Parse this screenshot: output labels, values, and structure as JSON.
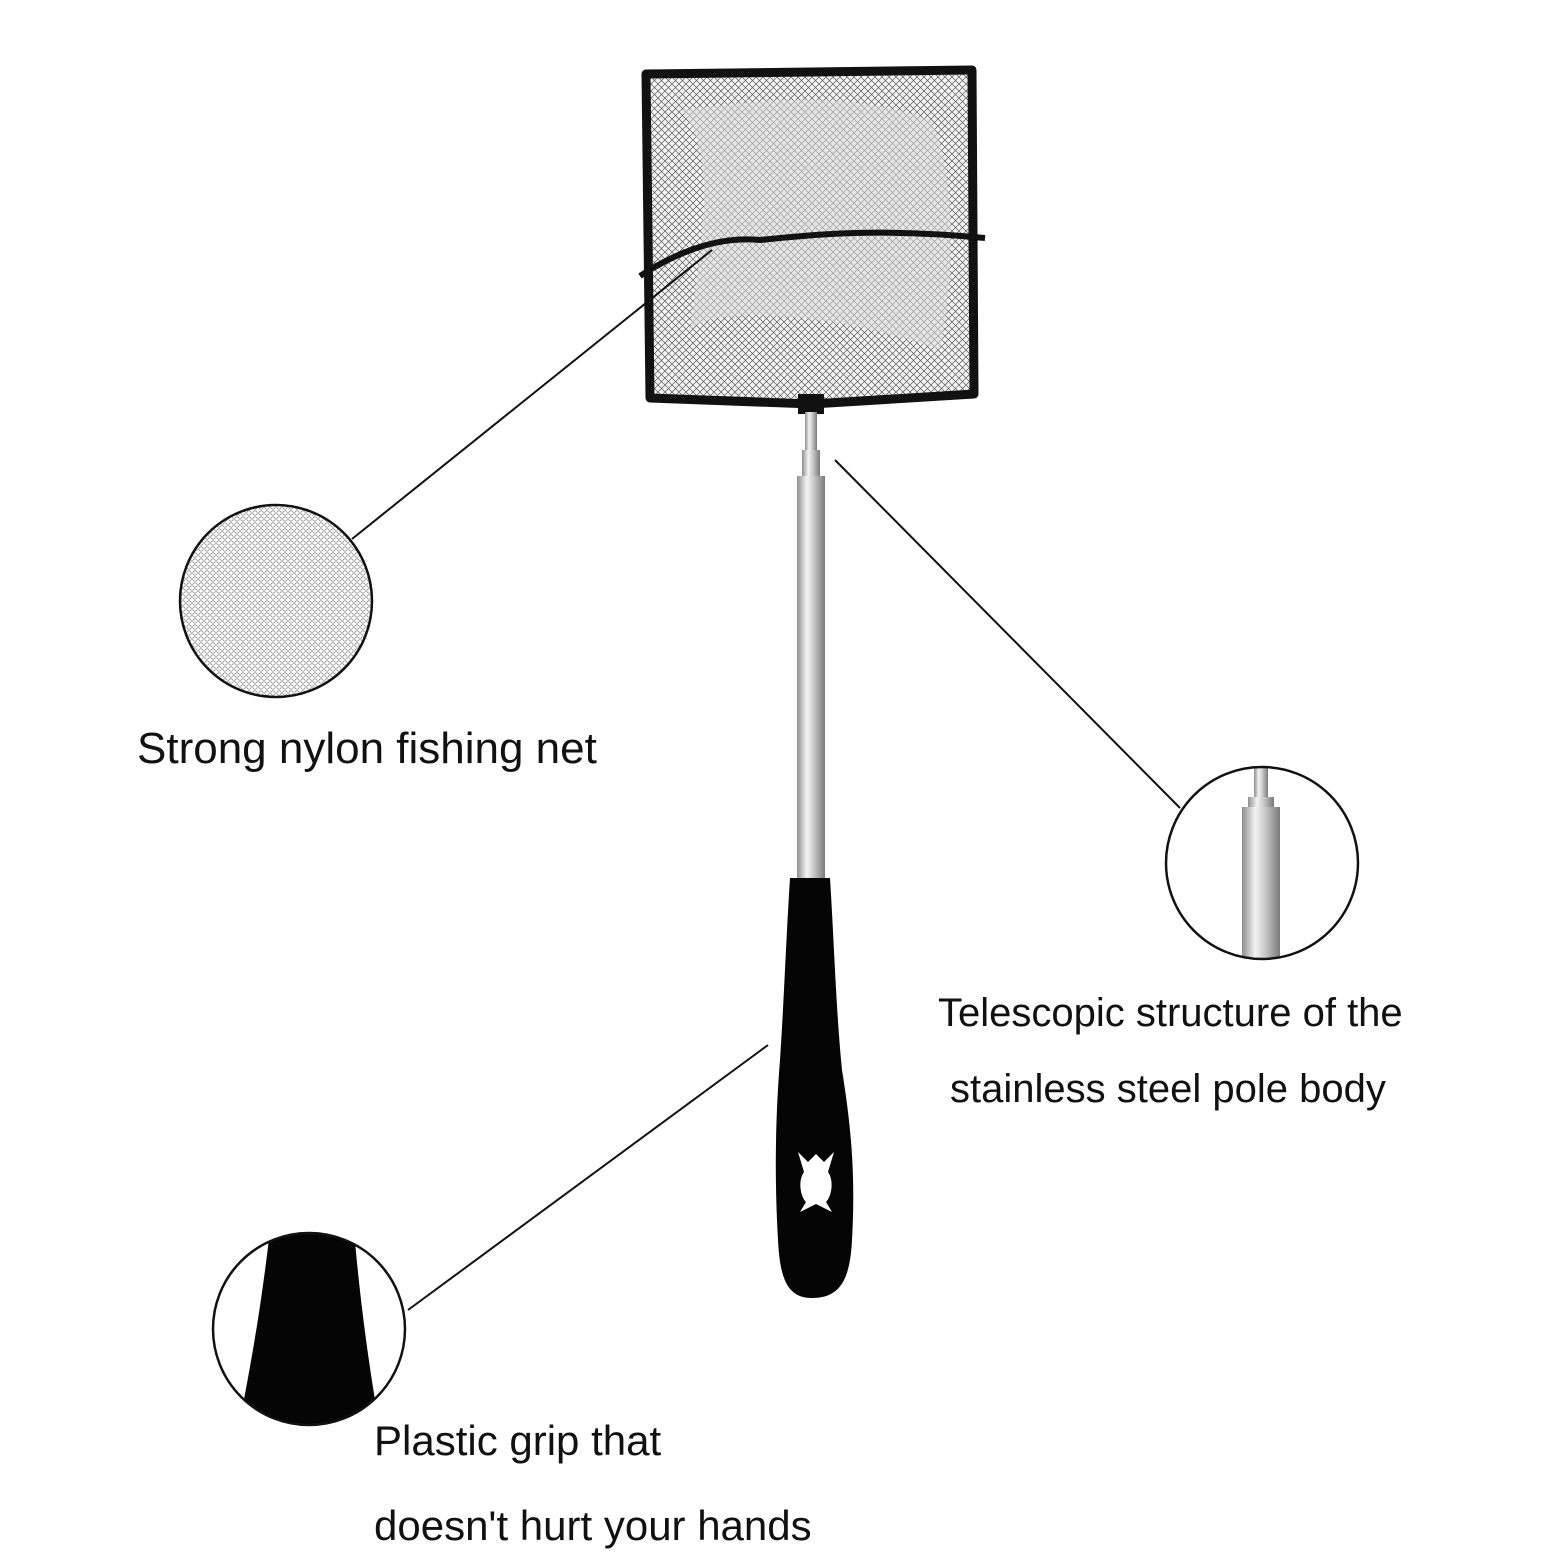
{
  "captions": {
    "net": "Strong nylon fishing net",
    "pole_line1": "Telescopic structure of the",
    "pole_line2": "stainless steel pole body",
    "grip_line1": "Plastic grip that",
    "grip_line2": "doesn't hurt your hands"
  },
  "colors": {
    "background": "#ffffff",
    "net_frame": "#111111",
    "mesh": "#2b2b2b",
    "steel": "#bfbfbf",
    "grip": "#050505"
  }
}
